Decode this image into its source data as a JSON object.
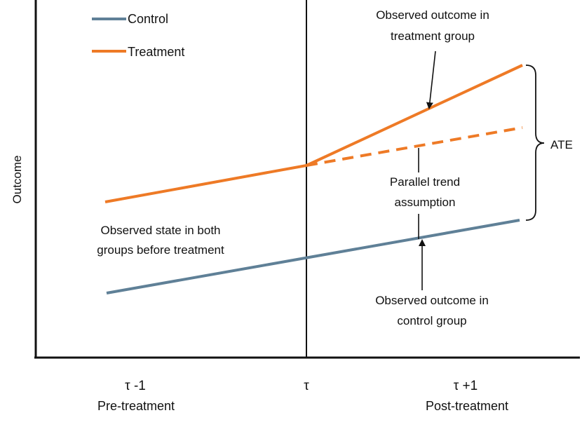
{
  "colors": {
    "control": "#5f8097",
    "treatment": "#ee7a26",
    "axis": "#111111",
    "annotation": "#111111"
  },
  "legend": {
    "control_label": "Control",
    "treatment_label": "Treatment"
  },
  "axis": {
    "ylabel": "Outcome"
  },
  "ticks": {
    "pre_mark": "τ -1",
    "pre_label": "Pre-treatment",
    "mid_mark": "τ",
    "post_mark": "τ +1",
    "post_label": "Post-treatment"
  },
  "annotations": {
    "treat_obs_1": "Observed outcome in",
    "treat_obs_2": "treatment group",
    "parallel_1": "Parallel trend",
    "parallel_2": "assumption",
    "before_1": "Observed state in both",
    "before_2": "groups before treatment",
    "control_obs_1": "Observed outcome in",
    "control_obs_2": "control group",
    "ate": "ATE"
  }
}
